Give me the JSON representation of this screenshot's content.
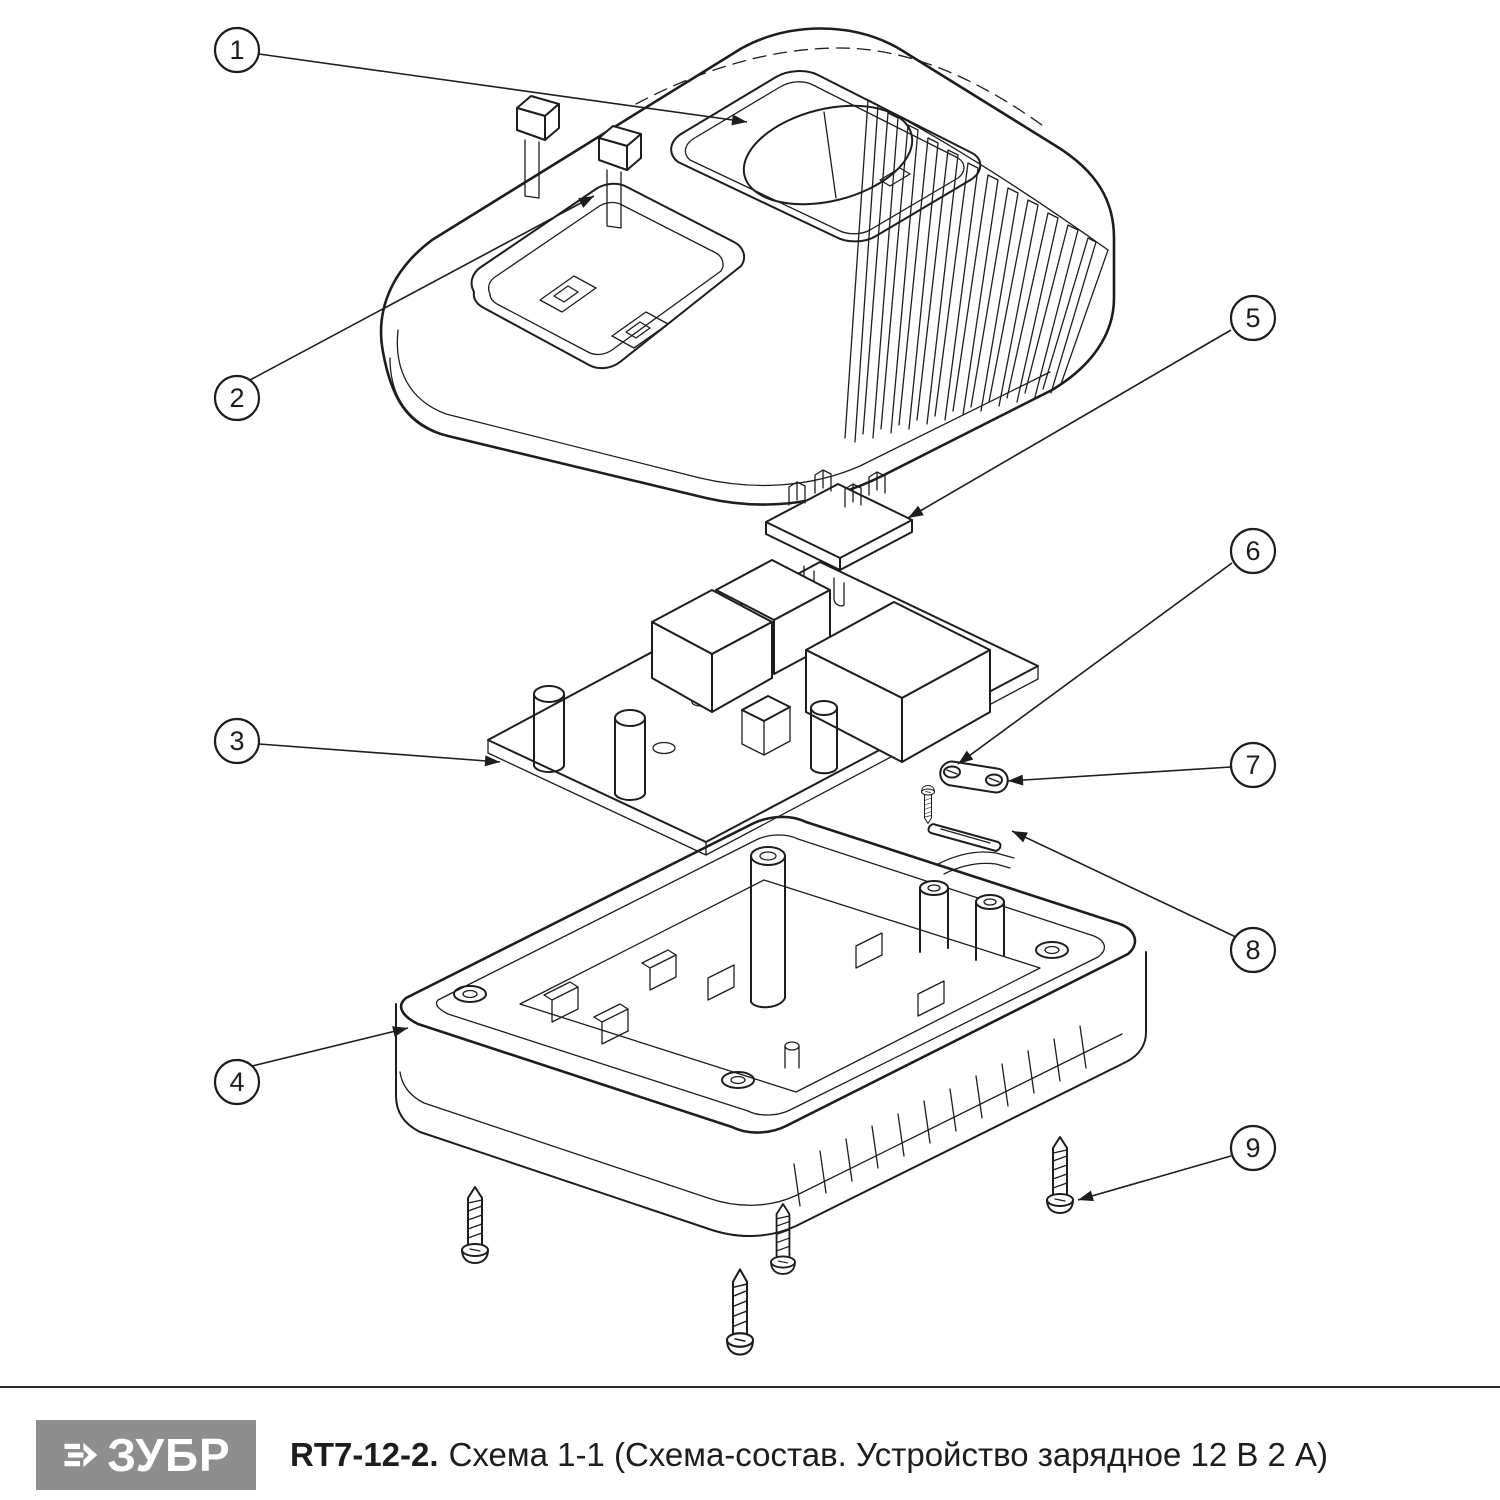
{
  "footer": {
    "brand": "ЗУБР",
    "model": "RT7-12-2.",
    "caption": "Схема 1-1 (Схема-состав. Устройство зарядное 12 В 2 А)"
  },
  "callouts": [
    {
      "label": "1"
    },
    {
      "label": "2"
    },
    {
      "label": "3"
    },
    {
      "label": "4"
    },
    {
      "label": "5"
    },
    {
      "label": "6"
    },
    {
      "label": "7"
    },
    {
      "label": "8"
    },
    {
      "label": "9"
    }
  ],
  "colors": {
    "background": "#ffffff",
    "line": "#1d1d1b",
    "logo_background": "#8e8e8e",
    "logo_text": "#ffffff"
  }
}
